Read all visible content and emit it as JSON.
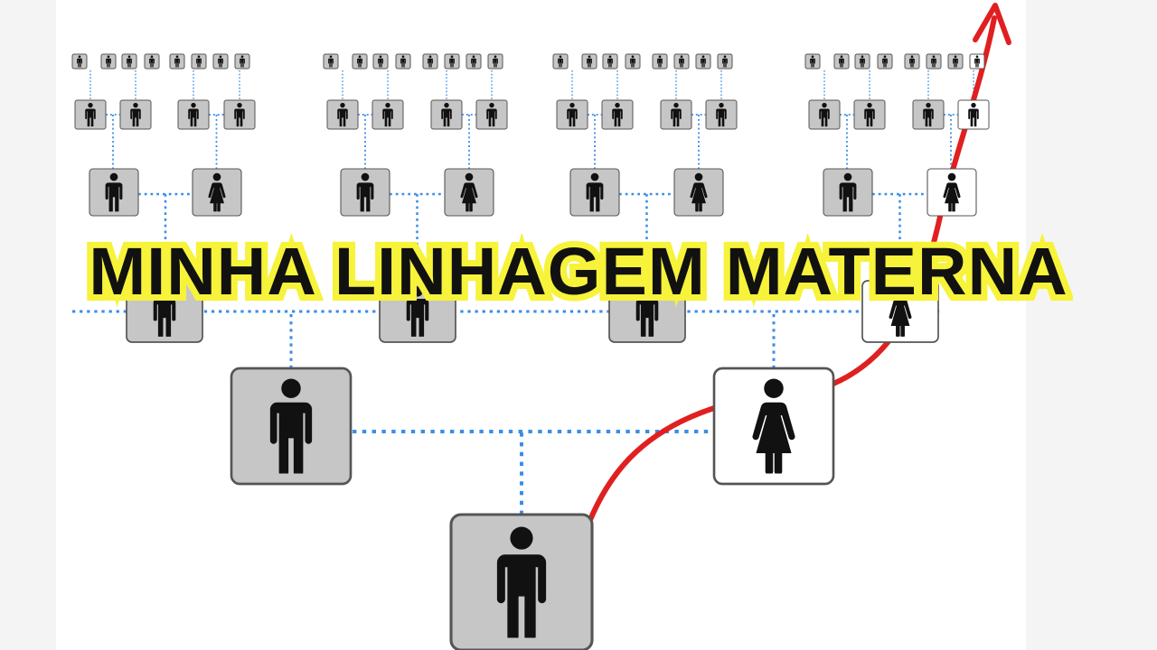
{
  "title": "MINHA LINHAGEM MATERNA",
  "colors": {
    "background": "#ffffff",
    "ancestor_box_fill": "#c6c6c6",
    "maternal_box_fill": "#ffffff",
    "box_border": "#555555",
    "connector": "#3a8ee6",
    "maternal_line": "#e02020",
    "figure": "#111111",
    "title_text": "#111111",
    "title_outline": "#f6f33a"
  },
  "icons": {
    "male": "male-figure-icon",
    "female": "female-figure-icon",
    "arrow": "arrow-up-icon"
  },
  "tree": {
    "generations": 6,
    "highlighted_path": "maternal"
  }
}
